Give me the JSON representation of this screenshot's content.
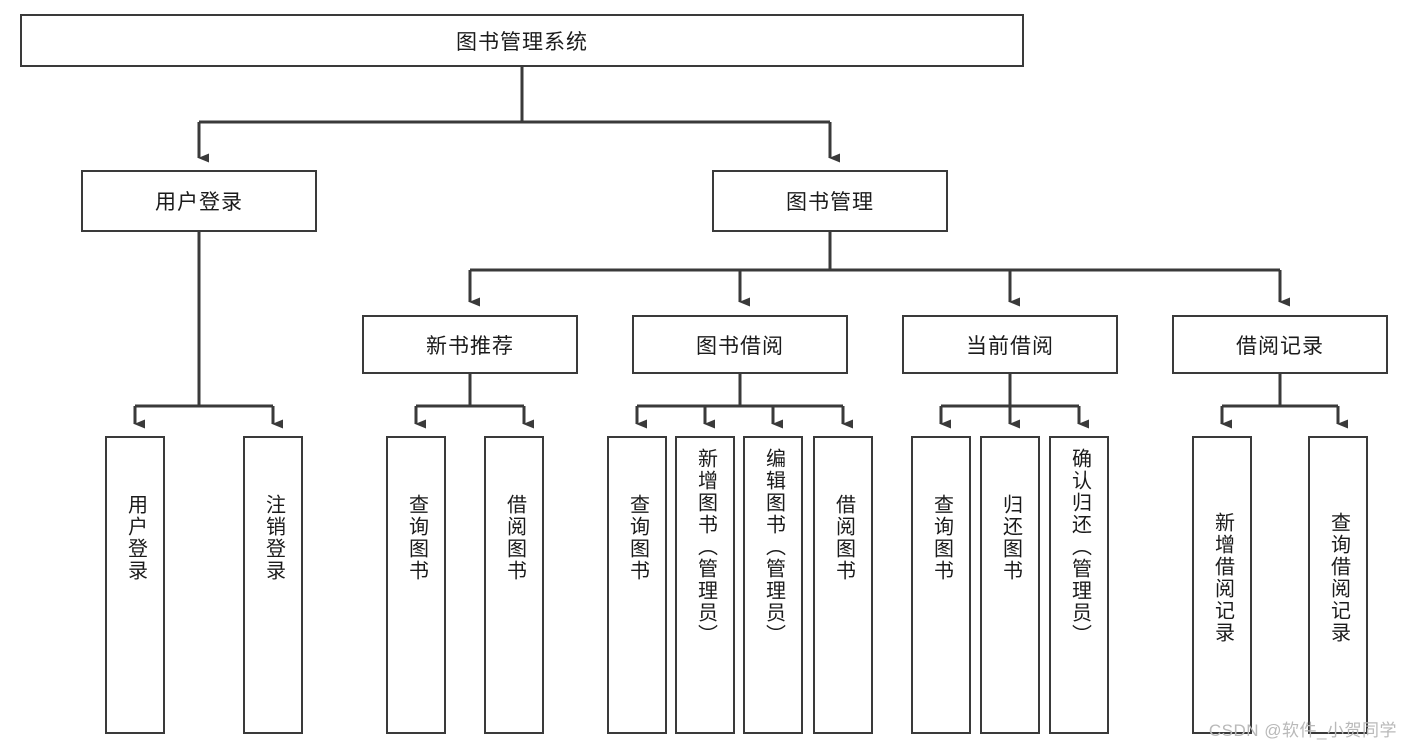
{
  "diagram": {
    "type": "tree",
    "title_node": {
      "label": "图书管理系统"
    },
    "level2": [
      {
        "id": "user-login",
        "label": "用户登录"
      },
      {
        "id": "book-manage",
        "label": "图书管理"
      }
    ],
    "level3": [
      {
        "id": "new-book-recommend",
        "label": "新书推荐"
      },
      {
        "id": "book-borrow",
        "label": "图书借阅"
      },
      {
        "id": "current-borrow",
        "label": "当前借阅"
      },
      {
        "id": "borrow-record",
        "label": "借阅记录"
      }
    ],
    "leaves": [
      {
        "id": "leaf-user-login",
        "label": "用户登录",
        "parent": "user-login"
      },
      {
        "id": "leaf-logout-login",
        "label": "注销登录",
        "parent": "user-login"
      },
      {
        "id": "leaf-query-book-1",
        "label": "查询图书",
        "parent": "new-book-recommend"
      },
      {
        "id": "leaf-borrow-book-1",
        "label": "借阅图书",
        "parent": "new-book-recommend"
      },
      {
        "id": "leaf-query-book-2",
        "label": "查询图书",
        "parent": "book-borrow"
      },
      {
        "id": "leaf-add-book",
        "label": "新增图书（管理员）",
        "parent": "book-borrow"
      },
      {
        "id": "leaf-edit-book",
        "label": "编辑图书（管理员）",
        "parent": "book-borrow"
      },
      {
        "id": "leaf-borrow-book-2",
        "label": "借阅图书",
        "parent": "book-borrow"
      },
      {
        "id": "leaf-query-book-3",
        "label": "查询图书",
        "parent": "current-borrow"
      },
      {
        "id": "leaf-return-book",
        "label": "归还图书",
        "parent": "current-borrow"
      },
      {
        "id": "leaf-confirm-return",
        "label": "确认归还（管理员）",
        "parent": "current-borrow"
      },
      {
        "id": "leaf-add-record",
        "label": "新增借阅记录",
        "parent": "borrow-record"
      },
      {
        "id": "leaf-query-record",
        "label": "查询借阅记录",
        "parent": "borrow-record"
      }
    ],
    "watermark": "CSDN @软件_小贺同学",
    "colors": {
      "stroke": "#3a3a3a",
      "background": "#ffffff",
      "text": "#1b1b1b",
      "watermark": "#b9b9b9"
    }
  }
}
